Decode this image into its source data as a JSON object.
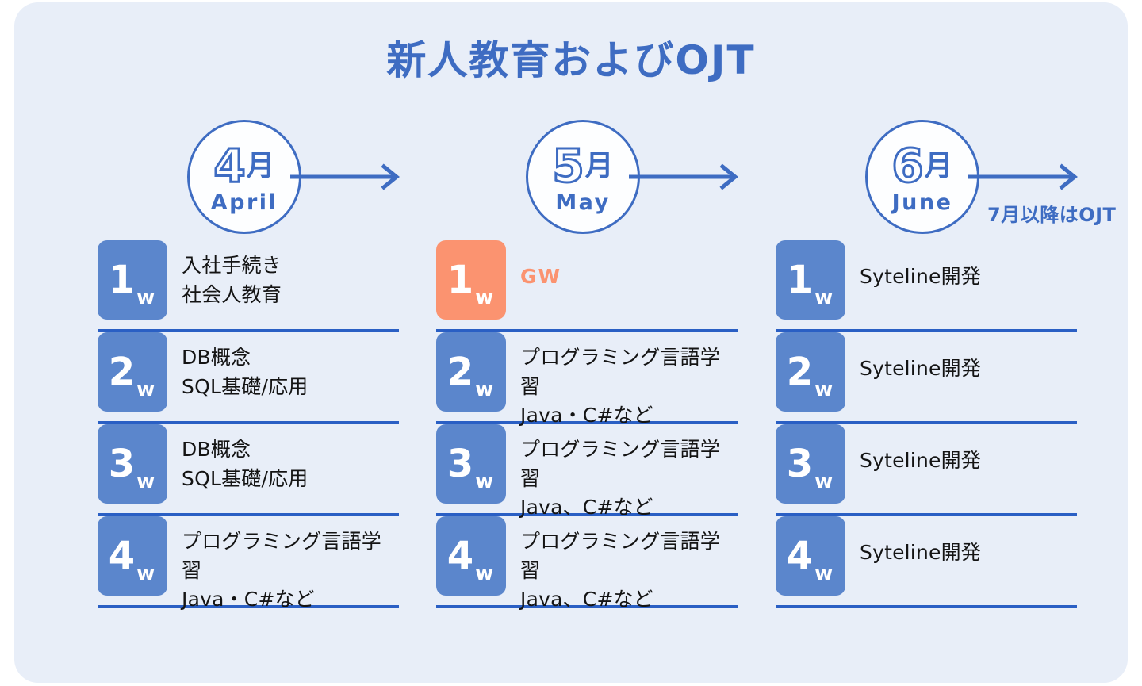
{
  "title": "新人教育およびOJT",
  "theme": {
    "card_bg": "#e8eef8",
    "accent_blue": "#3e6cc2",
    "badge_blue": "#5b86cc",
    "badge_orange": "#fb9370",
    "divider": "#2a5fc4"
  },
  "arrow_note": "7月以降はOJT",
  "columns": [
    {
      "month_number": "4",
      "month_kanji": "月",
      "month_en": "April",
      "weeks": [
        {
          "num": "1",
          "unit": "w",
          "highlight": false,
          "line1": "入社手続き",
          "line2": "社会人教育"
        },
        {
          "num": "2",
          "unit": "w",
          "highlight": false,
          "line1": "DB概念",
          "line2": "SQL基礎/応用"
        },
        {
          "num": "3",
          "unit": "w",
          "highlight": false,
          "line1": "DB概念",
          "line2": "SQL基礎/応用"
        },
        {
          "num": "4",
          "unit": "w",
          "highlight": false,
          "line1": "プログラミング言語学習",
          "line2": "Java・C#など"
        }
      ]
    },
    {
      "month_number": "5",
      "month_kanji": "月",
      "month_en": "May",
      "weeks": [
        {
          "num": "1",
          "unit": "w",
          "highlight": true,
          "line1": "GW",
          "line2": ""
        },
        {
          "num": "2",
          "unit": "w",
          "highlight": false,
          "line1": "プログラミング言語学習",
          "line2": "Java・C#など"
        },
        {
          "num": "3",
          "unit": "w",
          "highlight": false,
          "line1": "プログラミング言語学習",
          "line2": "Java、C#など"
        },
        {
          "num": "4",
          "unit": "w",
          "highlight": false,
          "line1": "プログラミング言語学習",
          "line2": "Java、C#など"
        }
      ]
    },
    {
      "month_number": "6",
      "month_kanji": "月",
      "month_en": "June",
      "weeks": [
        {
          "num": "1",
          "unit": "w",
          "highlight": false,
          "line1": "Syteline開発",
          "line2": ""
        },
        {
          "num": "2",
          "unit": "w",
          "highlight": false,
          "line1": "Syteline開発",
          "line2": ""
        },
        {
          "num": "3",
          "unit": "w",
          "highlight": false,
          "line1": "Syteline開発",
          "line2": ""
        },
        {
          "num": "4",
          "unit": "w",
          "highlight": false,
          "line1": "Syteline開発",
          "line2": ""
        }
      ]
    }
  ]
}
